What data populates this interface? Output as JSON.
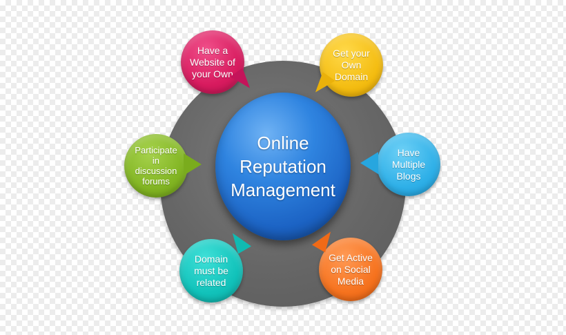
{
  "hub": {
    "lines": [
      "Online",
      "Reputation",
      "Management"
    ],
    "color": "#2f84e0"
  },
  "ring": {
    "color": "#666666"
  },
  "bubbles": [
    {
      "id": "website",
      "lines": [
        "Have a",
        "Website of",
        "your Own"
      ],
      "color": "#d81b5f"
    },
    {
      "id": "domain",
      "lines": [
        "Get your",
        "Own",
        "Domain"
      ],
      "color": "#f4bd12"
    },
    {
      "id": "participate",
      "lines": [
        "Participate",
        "in",
        "discussion",
        "forums"
      ],
      "color": "#82b523"
    },
    {
      "id": "blogs",
      "lines": [
        "Have",
        "Multiple",
        "Blogs"
      ],
      "color": "#2fb0e8"
    },
    {
      "id": "related",
      "lines": [
        "Domain",
        "must be",
        "related"
      ],
      "color": "#11c2ba"
    },
    {
      "id": "social",
      "lines": [
        "Get Active",
        "on Social",
        "Media"
      ],
      "color": "#f6731f"
    }
  ]
}
